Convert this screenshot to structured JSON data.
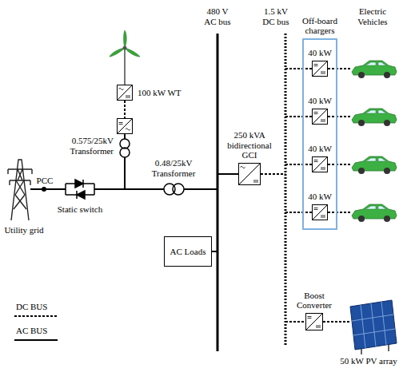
{
  "diagram": {
    "nodes": [
      {
        "text": [
          "100 kW WT"
        ]
      },
      {
        "text": [
          "250 kVA bidirectional GCI"
        ]
      },
      {
        "text": [
          "AC Loads"
        ]
      },
      {
        "text": [
          "Off-board chargers"
        ]
      },
      {
        "text": [
          "40 kW"
        ],
        "in": 3
      },
      {
        "text": [
          "40 kW"
        ],
        "in": 3
      },
      {
        "text": [
          "40 kW"
        ],
        "in": 3
      },
      {
        "text": [
          "40 kW"
        ],
        "in": 3
      },
      {
        "text": [
          "Boost Converter"
        ]
      }
    ],
    "labels": [
      "480 V AC bus",
      "1.5 kV DC bus",
      "Electric Vehicles",
      "0.575/25kV Transformer",
      "PCC",
      "Static switch",
      "Utility grid",
      "0.48/25kV Transformer",
      "50 kW PV array"
    ],
    "legend": [
      {
        "text": "DC BUS"
      },
      {
        "text": "AC BUS"
      }
    ]
  }
}
